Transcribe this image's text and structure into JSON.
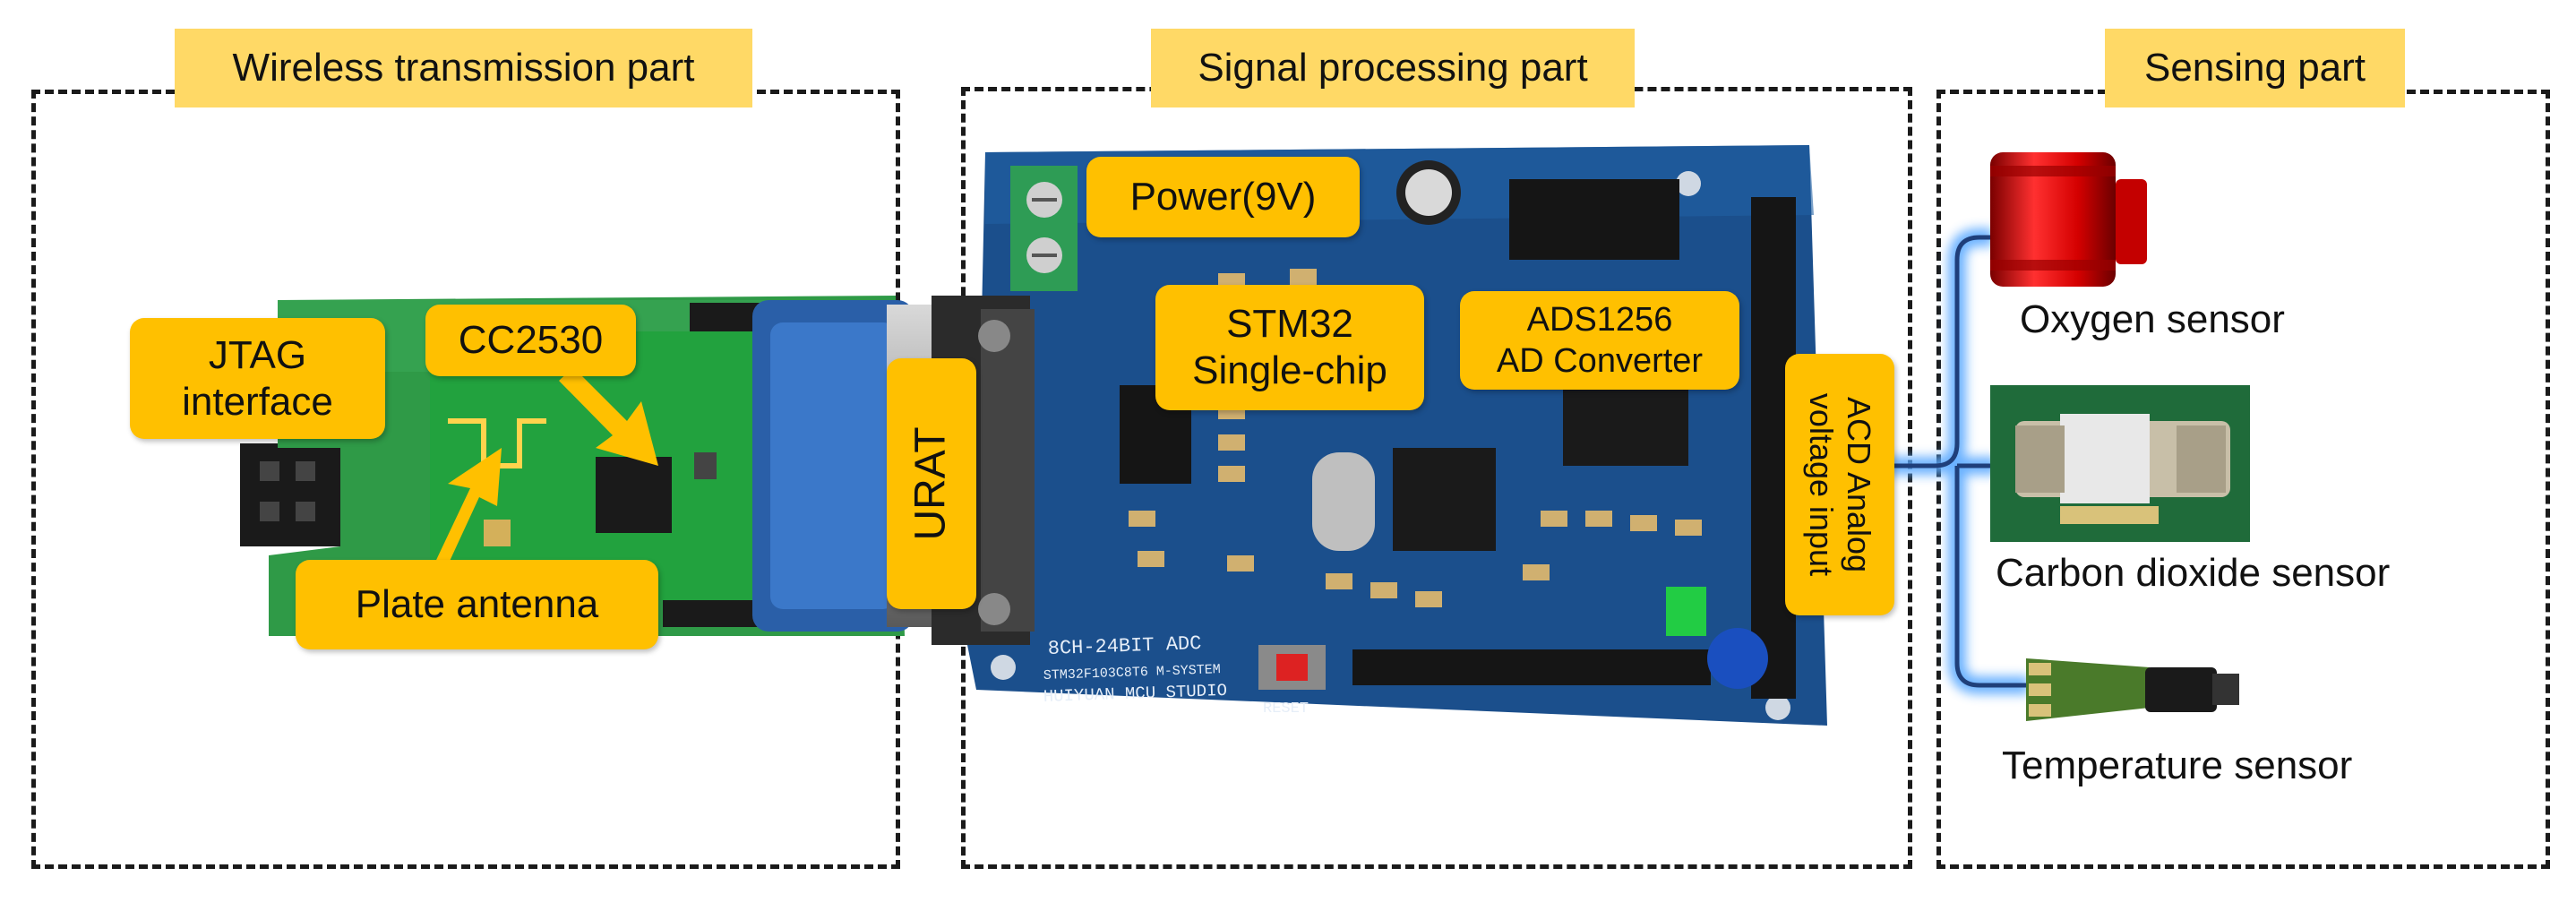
{
  "sections": {
    "wireless": "Wireless transmission part",
    "signal": "Signal processing part",
    "sensing": "Sensing part"
  },
  "callouts": {
    "jtag": [
      "JTAG",
      "interface"
    ],
    "cc2530": "CC2530",
    "plate_antenna": "Plate antenna",
    "urat": "URAT",
    "power": "Power(9V)",
    "stm32": [
      "STM32",
      "Single-chip"
    ],
    "ads1256": [
      "ADS1256",
      "AD Converter"
    ],
    "acd_input": [
      "ACD Analog",
      "voltage input"
    ]
  },
  "board_print": {
    "title": "8CH-24BIT ADC",
    "subtitle": "STM32F103C8T6  M-SYSTEM",
    "studio": "HUIYUAN MCU STUDIO",
    "reset": "RESET"
  },
  "sensors": {
    "oxygen": "Oxygen sensor",
    "co2": "Carbon dioxide sensor",
    "temperature": "Temperature sensor"
  },
  "colors": {
    "callout": "#ffc000",
    "section_title": "#ffd966",
    "main_board": "#1b4f8c",
    "rf_board": "#2ea043",
    "wire_glow": "#5aa9ff"
  }
}
